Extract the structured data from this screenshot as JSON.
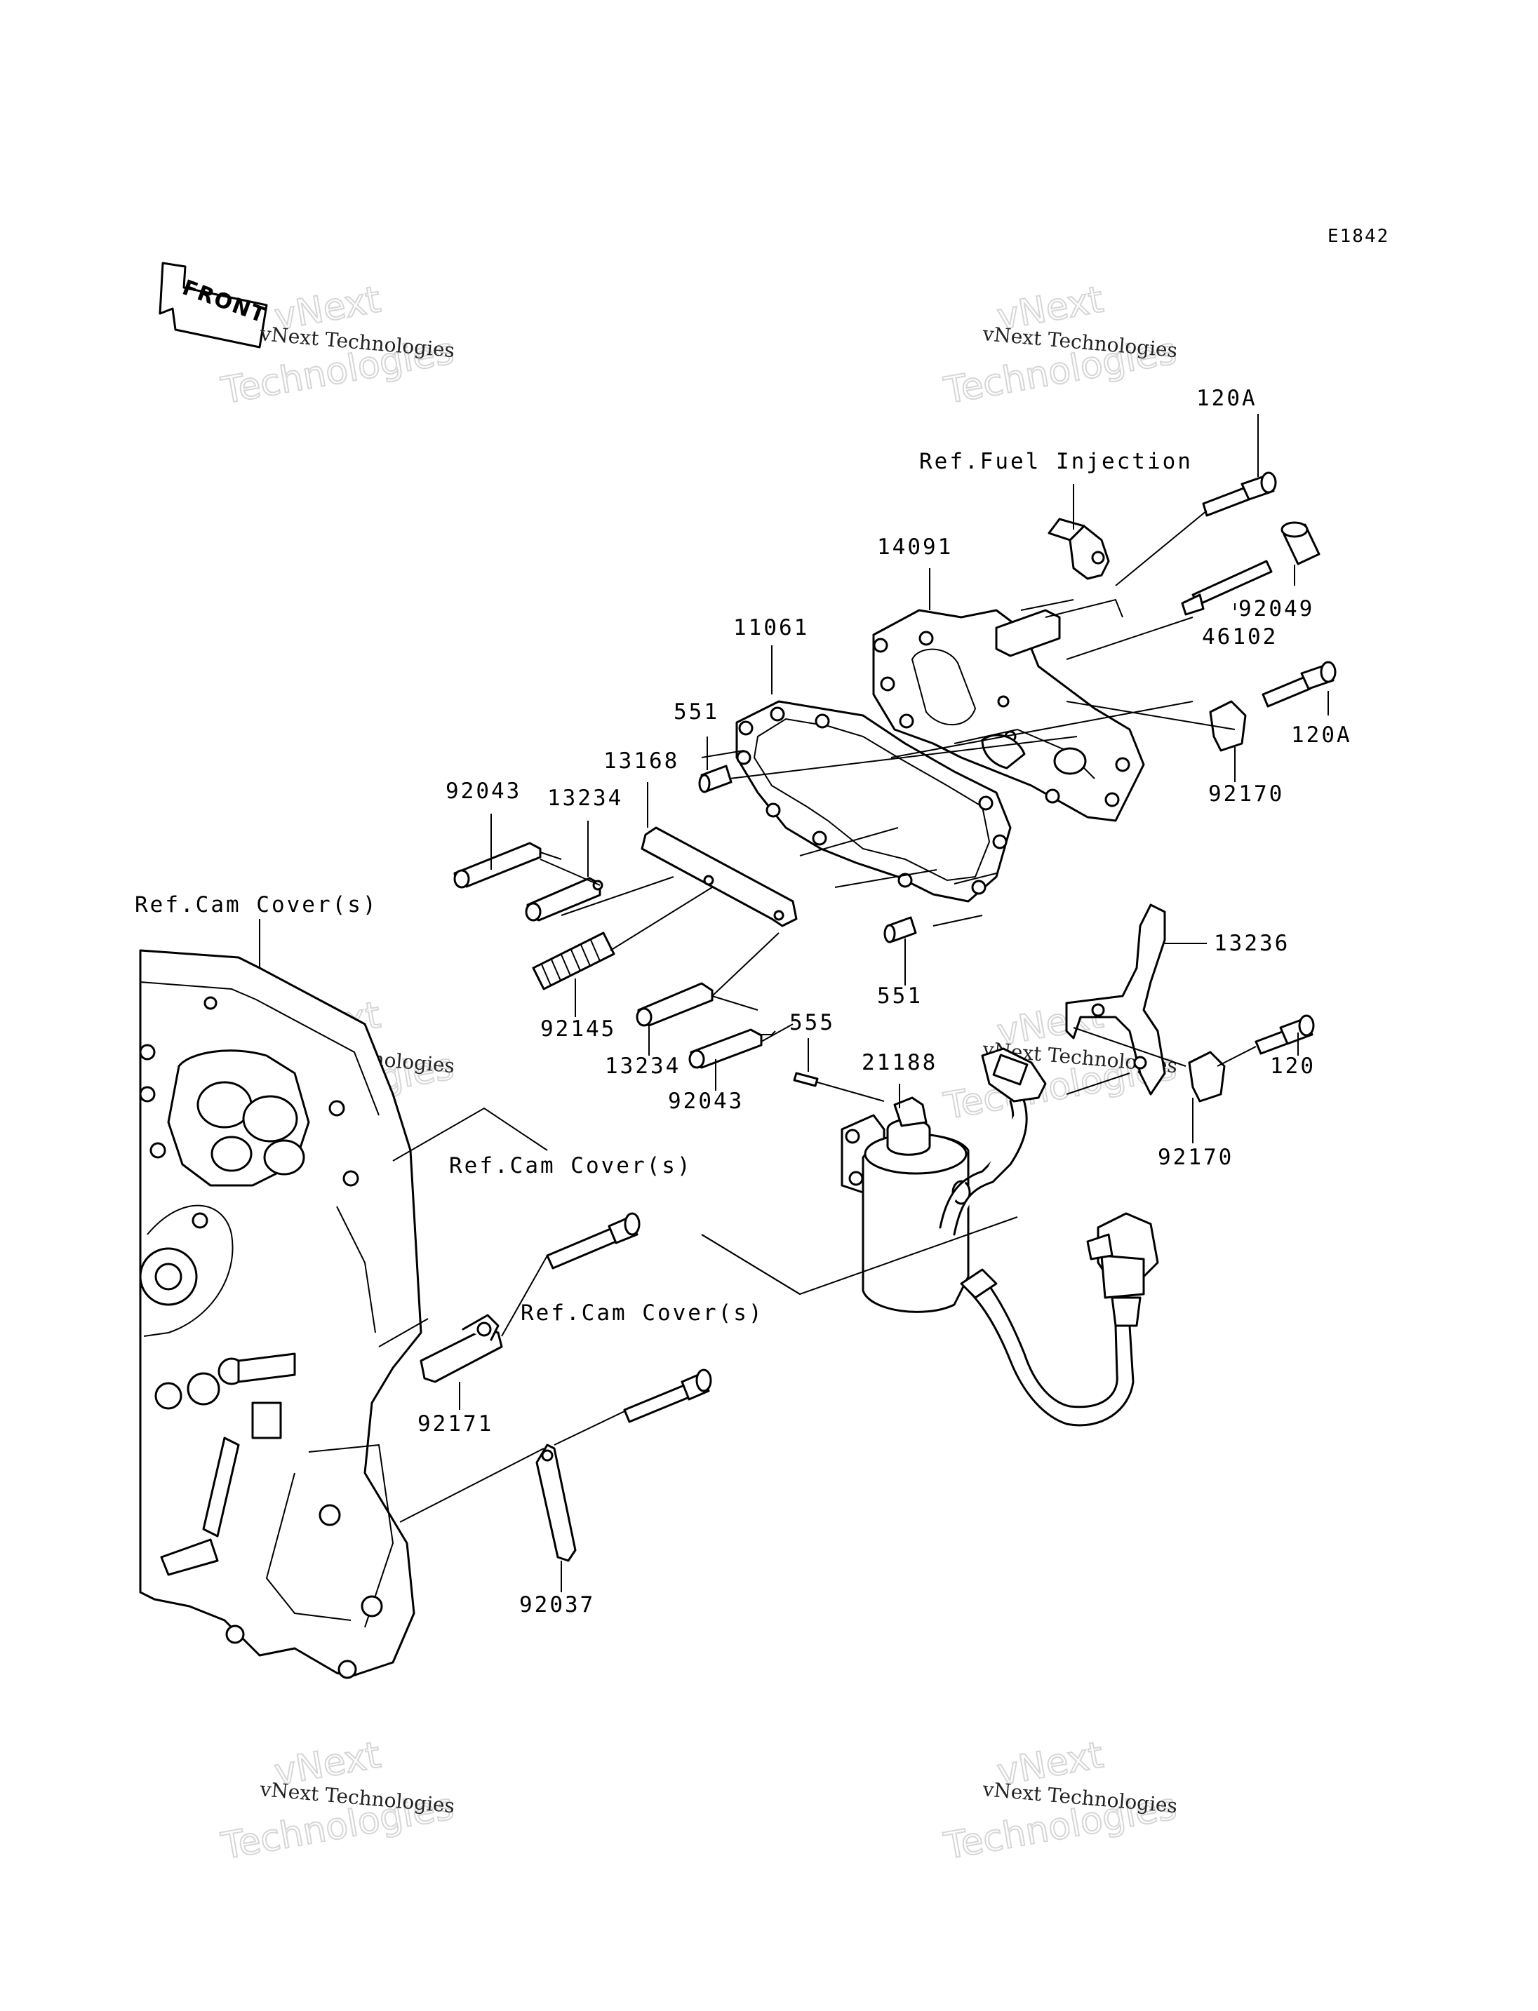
{
  "diagram_code": "E1842",
  "front_label": "FRONT",
  "watermark": {
    "line1": "vNext",
    "line2": "Technologies",
    "small": "vNext Technologies"
  },
  "refs": {
    "fuel_injection": "Ref.Fuel Injection",
    "cam_cover_main": "Ref.Cam Cover(s)",
    "cam_cover_mid": "Ref.Cam Cover(s)",
    "cam_cover_low": "Ref.Cam Cover(s)"
  },
  "parts": {
    "p120A_top": "120A",
    "p14091": "14091",
    "p92049": "92049",
    "p46102": "46102",
    "p120A_right": "120A",
    "p92170_top": "92170",
    "p11061": "11061",
    "p551_top": "551",
    "p13168": "13168",
    "p92043_top": "92043",
    "p13234_top": "13234",
    "p92145": "92145",
    "p13234_bottom": "13234",
    "p92043_bottom": "92043",
    "p551_bottom": "551",
    "p13236": "13236",
    "p120": "120",
    "p92170_bottom": "92170",
    "p555": "555",
    "p21188": "21188",
    "p92171": "92171",
    "p92037": "92037"
  }
}
